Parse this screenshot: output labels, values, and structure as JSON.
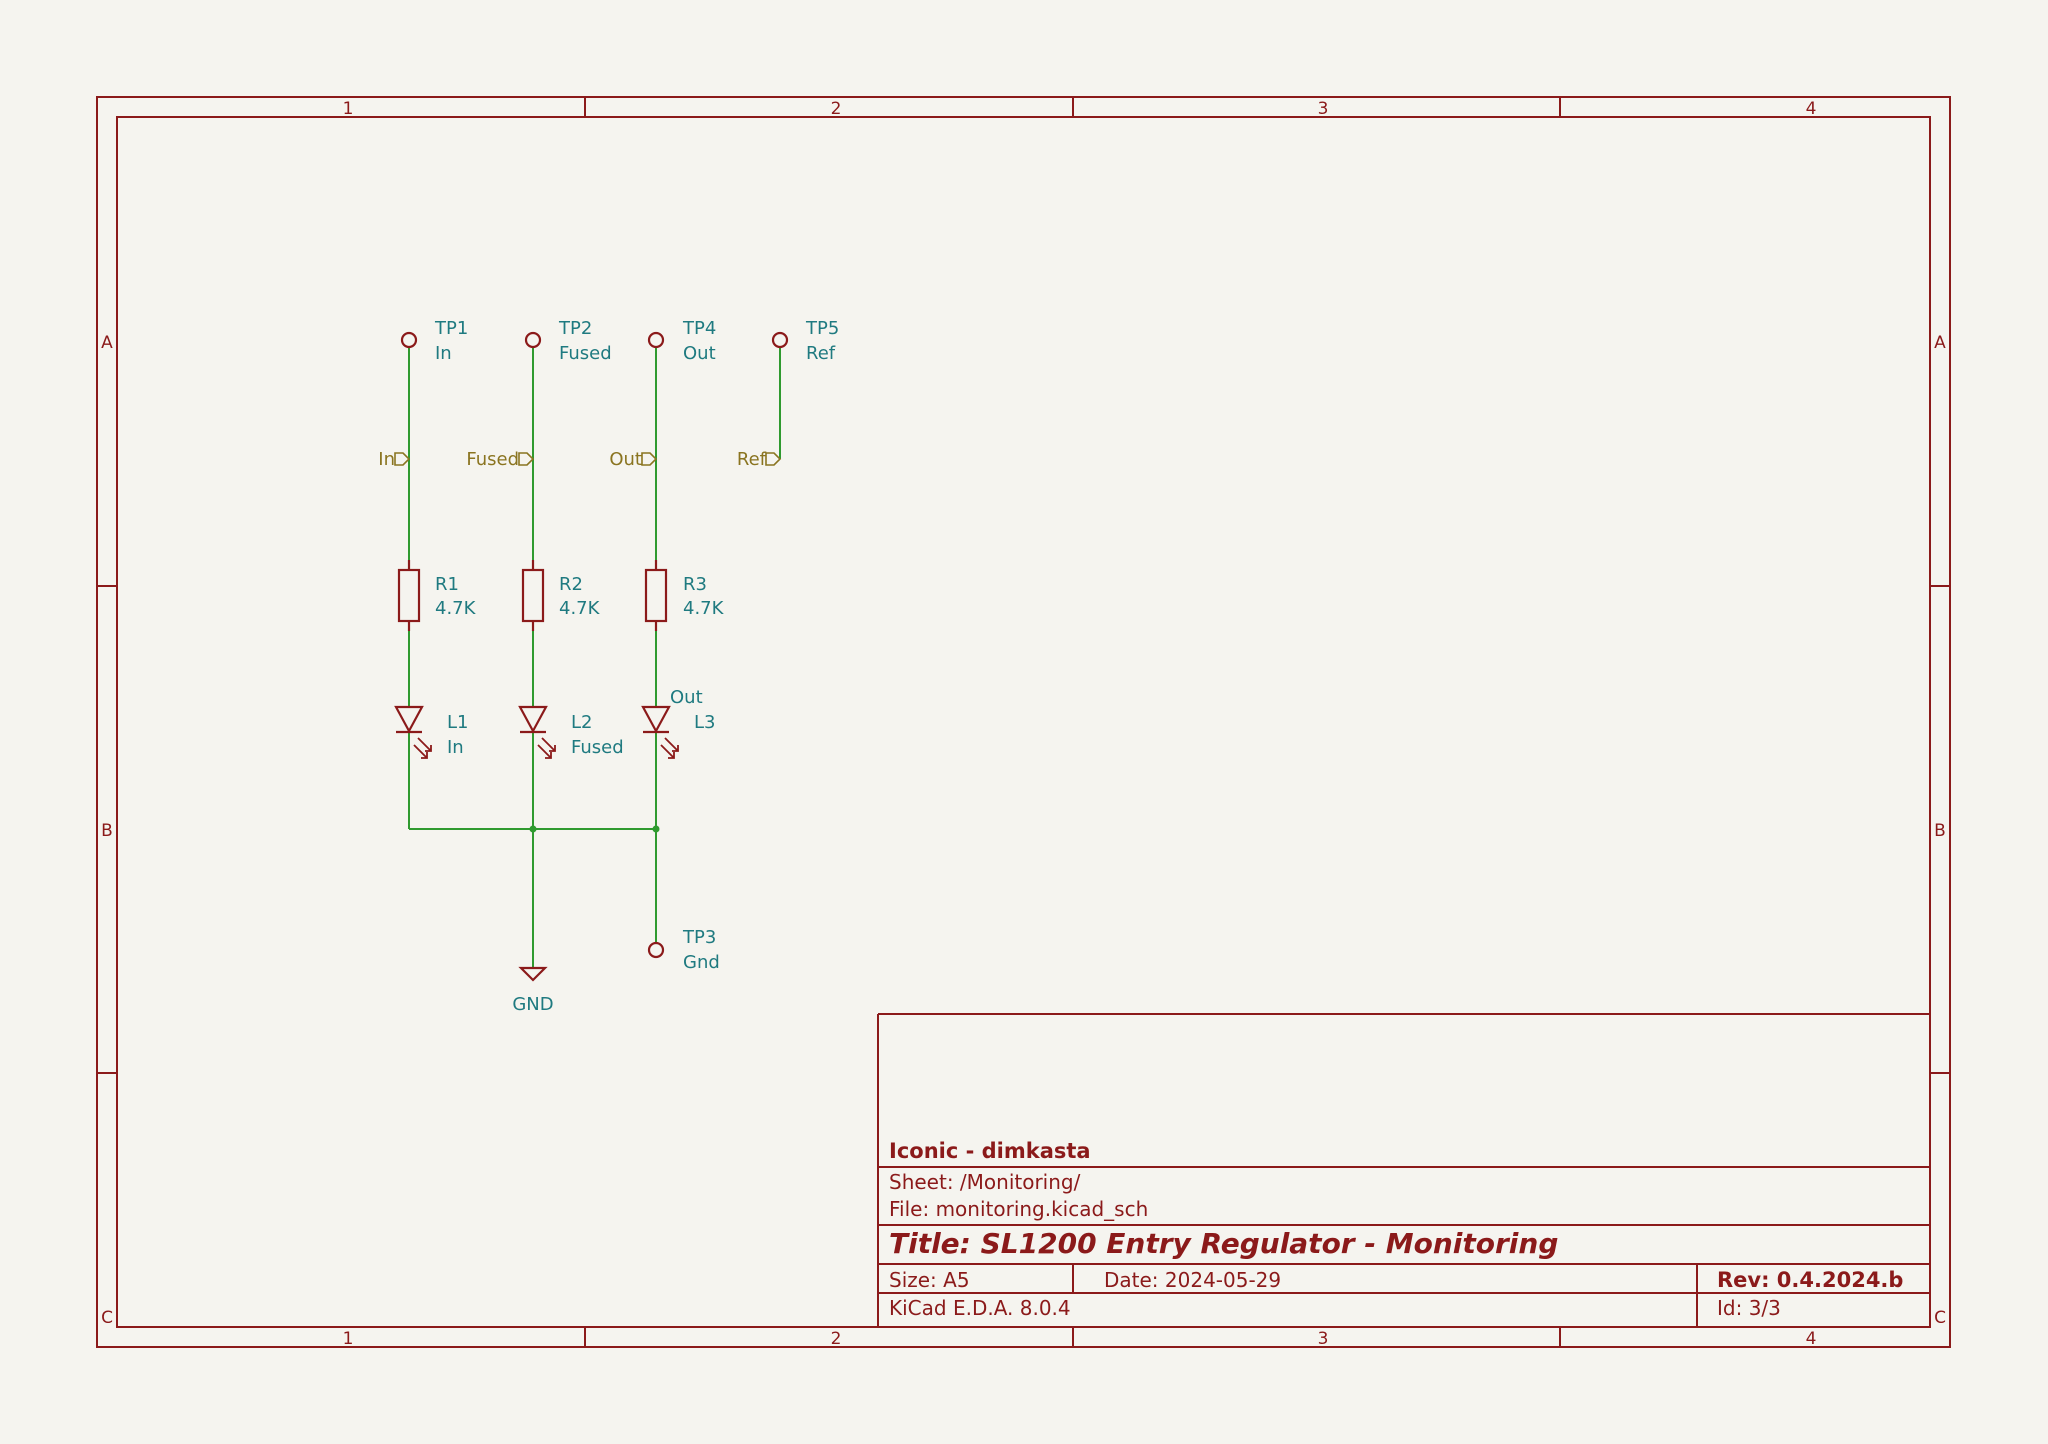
{
  "border": {
    "columns": [
      "1",
      "2",
      "3",
      "4"
    ],
    "rows": [
      "A",
      "B",
      "C"
    ]
  },
  "test_points": [
    {
      "ref": "TP1",
      "value": "In"
    },
    {
      "ref": "TP2",
      "value": "Fused"
    },
    {
      "ref": "TP4",
      "value": "Out"
    },
    {
      "ref": "TP5",
      "value": "Ref"
    },
    {
      "ref": "TP3",
      "value": "Gnd"
    }
  ],
  "global_labels": [
    "In",
    "Fused",
    "Out",
    "Ref"
  ],
  "resistors": [
    {
      "ref": "R1",
      "value": "4.7K"
    },
    {
      "ref": "R2",
      "value": "4.7K"
    },
    {
      "ref": "R3",
      "value": "4.7K"
    }
  ],
  "leds": [
    {
      "ref": "L1",
      "value": "In"
    },
    {
      "ref": "L2",
      "value": "Fused"
    },
    {
      "ref": "L3",
      "value": "Out"
    }
  ],
  "power": {
    "gnd_label": "GND"
  },
  "title_block": {
    "company": "Iconic - dimkasta",
    "sheet": "Sheet: /Monitoring/",
    "file": "File: monitoring.kicad_sch",
    "title": "Title: SL1200 Entry Regulator - Monitoring",
    "size": "Size: A5",
    "date": "Date: 2024-05-29",
    "rev": "Rev: 0.4.2024.b",
    "tool": "KiCad E.D.A. 8.0.4",
    "id": "Id: 3/3"
  },
  "colors": {
    "frame": "#8b1a1a",
    "wire": "#2f9a2f",
    "reference": "#1f7a80",
    "global_label": "#8a7420",
    "background": "#f5f4ef"
  }
}
